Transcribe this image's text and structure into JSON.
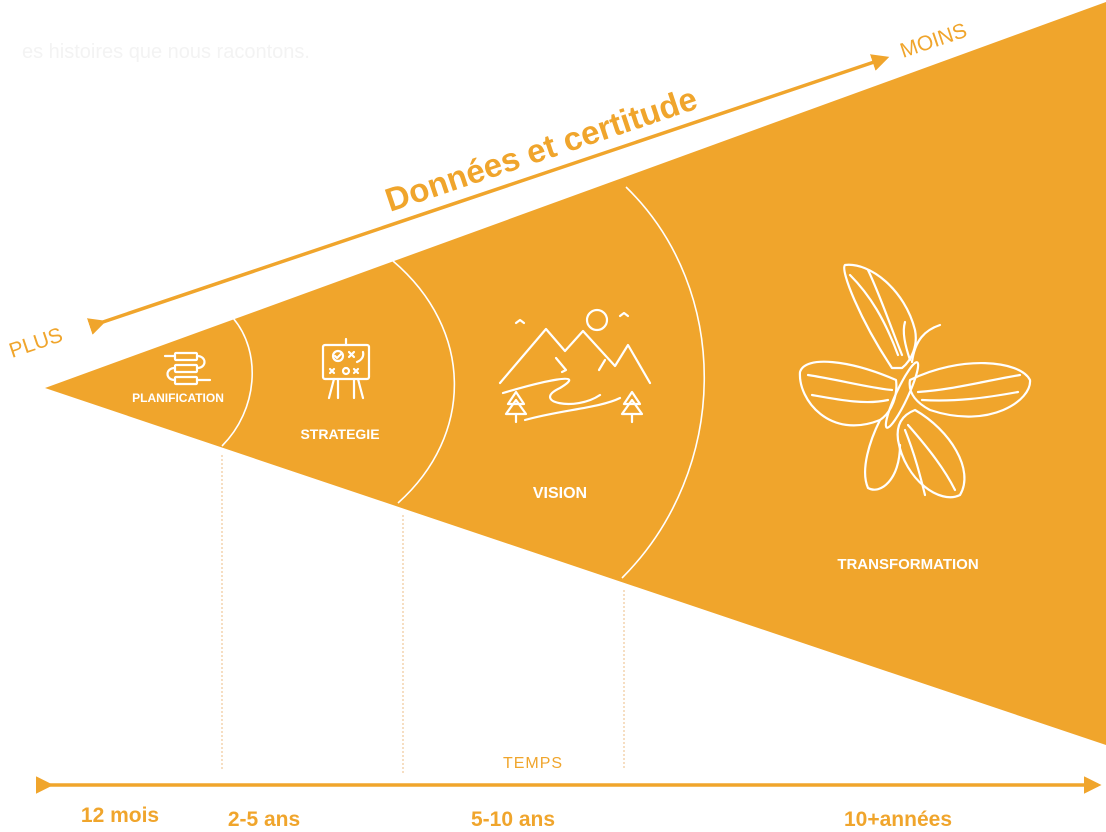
{
  "colors": {
    "accent": "#f0a52c",
    "text_on_accent": "#ffffff",
    "background": "#ffffff"
  },
  "top_faded_text": "es histoires que nous racontons.",
  "data_axis": {
    "title": "Données et certitude",
    "more": "PLUS",
    "less": "MOINS"
  },
  "segments": [
    {
      "label": "PLANIFICATION",
      "icon": "process-flow-icon"
    },
    {
      "label": "STRATEGIE",
      "icon": "strategy-board-icon"
    },
    {
      "label": "VISION",
      "icon": "mountain-landscape-icon"
    },
    {
      "label": "TRANSFORMATION",
      "icon": "butterfly-icon"
    }
  ],
  "time_axis": {
    "title": "TEMPS",
    "labels": [
      "12 mois",
      "2-5 ans",
      "5-10 ans",
      "10+années"
    ]
  }
}
